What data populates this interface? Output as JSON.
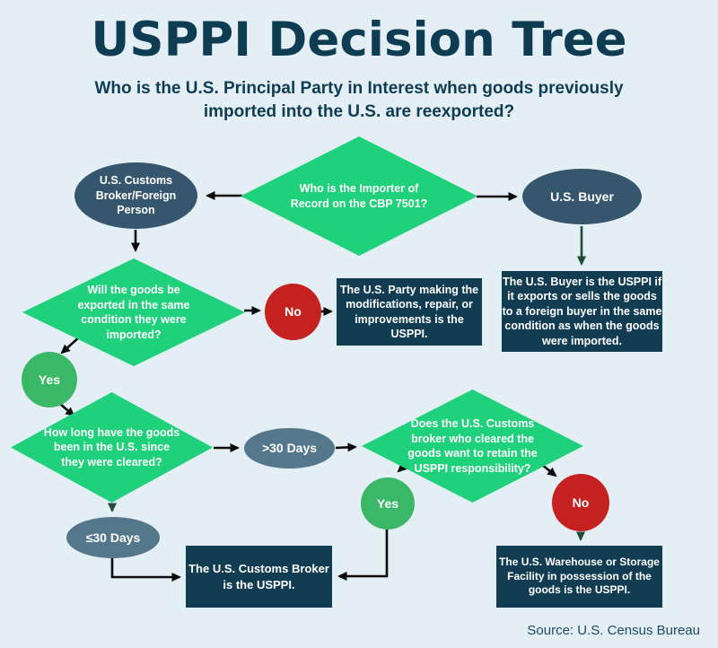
{
  "header": {
    "title": "USPPI Decision Tree",
    "subtitle": "Who is the U.S. Principal Party in Interest when goods previously imported into the U.S. are reexported?"
  },
  "nodes": {
    "q_importer_of_record": "Who is the Importer of Record on the CBP 7501?",
    "broker_foreign_person": "U.S. Customs Broker/Foreign Person",
    "us_buyer": "U.S. Buyer",
    "q_same_condition": "Will the goods be exported in the same condition they were imported?",
    "no_1": "No",
    "yes_1": "Yes",
    "outcome_party_modifications": "The U.S. Party making the modifications, repair, or improvements is the USPPI.",
    "outcome_buyer": "The U.S. Buyer is the USPPI if it exports or sells the goods to a foreign buyer in the same condition as when the goods were imported.",
    "q_how_long": "How long have the goods been in the U.S. since they were cleared?",
    "gt_30_days": ">30 Days",
    "q_retain_responsibility": "Does the U.S. Customs broker who cleared the goods want to retain the USPPI responsibility?",
    "yes_2": "Yes",
    "no_2": "No",
    "le_30_days": "≤30 Days",
    "outcome_customs_broker": "The U.S. Customs Broker is the USPPI.",
    "outcome_warehouse": "The U.S. Warehouse or Storage Facility in possession of the goods is the USPPI."
  },
  "footer": {
    "source": "Source: U.S. Census Bureau"
  },
  "colors": {
    "background": "#e4eef5",
    "title_text": "#0e3c52",
    "diamond_green": "#1fd17b",
    "yes_green": "#3bb768",
    "no_red": "#c52120",
    "ellipse_slate_dark": "#35566c",
    "ellipse_slate_light": "#54778c",
    "box_navy": "#123c51",
    "arrow_black": "#0b0b0b",
    "arrow_green": "#1e4e36",
    "shape_text": "#ffffff",
    "source_text": "#1c4a63"
  }
}
